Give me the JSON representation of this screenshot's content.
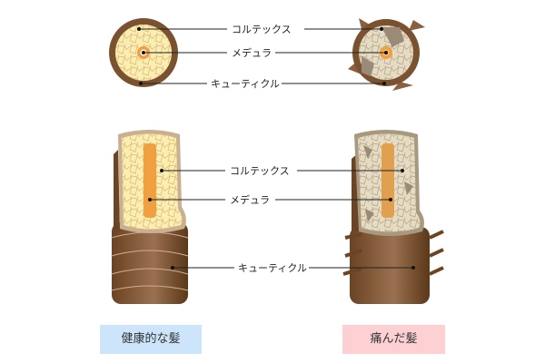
{
  "labels": {
    "cortex": "コルテックス",
    "medulla": "メデュラ",
    "cuticle": "キューティクル"
  },
  "captions": {
    "healthy": "健康的な髪",
    "damaged": "痛んだ髪"
  },
  "colors": {
    "healthy_caption_bg": "#cce5fb",
    "damaged_caption_bg": "#fdd0d3",
    "cuticle": "#7a5230",
    "cortex_healthy": "#fbeeb0",
    "cortex_damaged": "#e6dcc4",
    "medulla": "#f0a040"
  }
}
